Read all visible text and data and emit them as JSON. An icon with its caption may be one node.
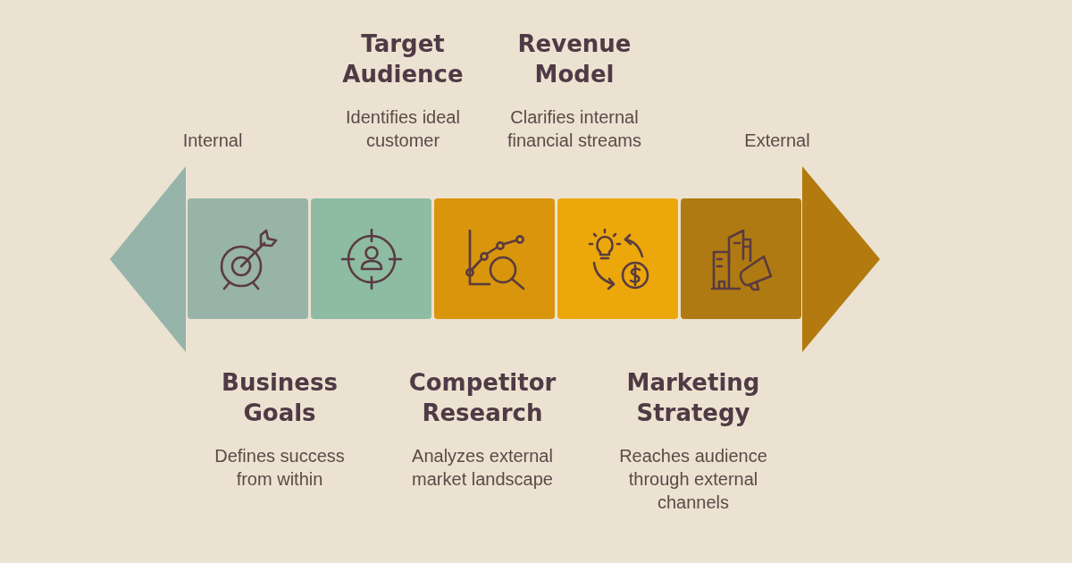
{
  "diagram": {
    "nodes": [
      {
        "text": [
          "Business Goals",
          "Defines success from within"
        ]
      },
      {
        "text": [
          "Target Audience",
          "Identifies ideal customer"
        ]
      },
      {
        "text": [
          "Competitor Research",
          "Analyzes external market landscape"
        ]
      },
      {
        "text": [
          "Revenue Model",
          "Clarifies internal financial streams"
        ]
      },
      {
        "text": [
          "Marketing Strategy",
          "Reaches audience through external channels"
        ]
      }
    ],
    "labels": [
      "Internal",
      "External"
    ]
  }
}
